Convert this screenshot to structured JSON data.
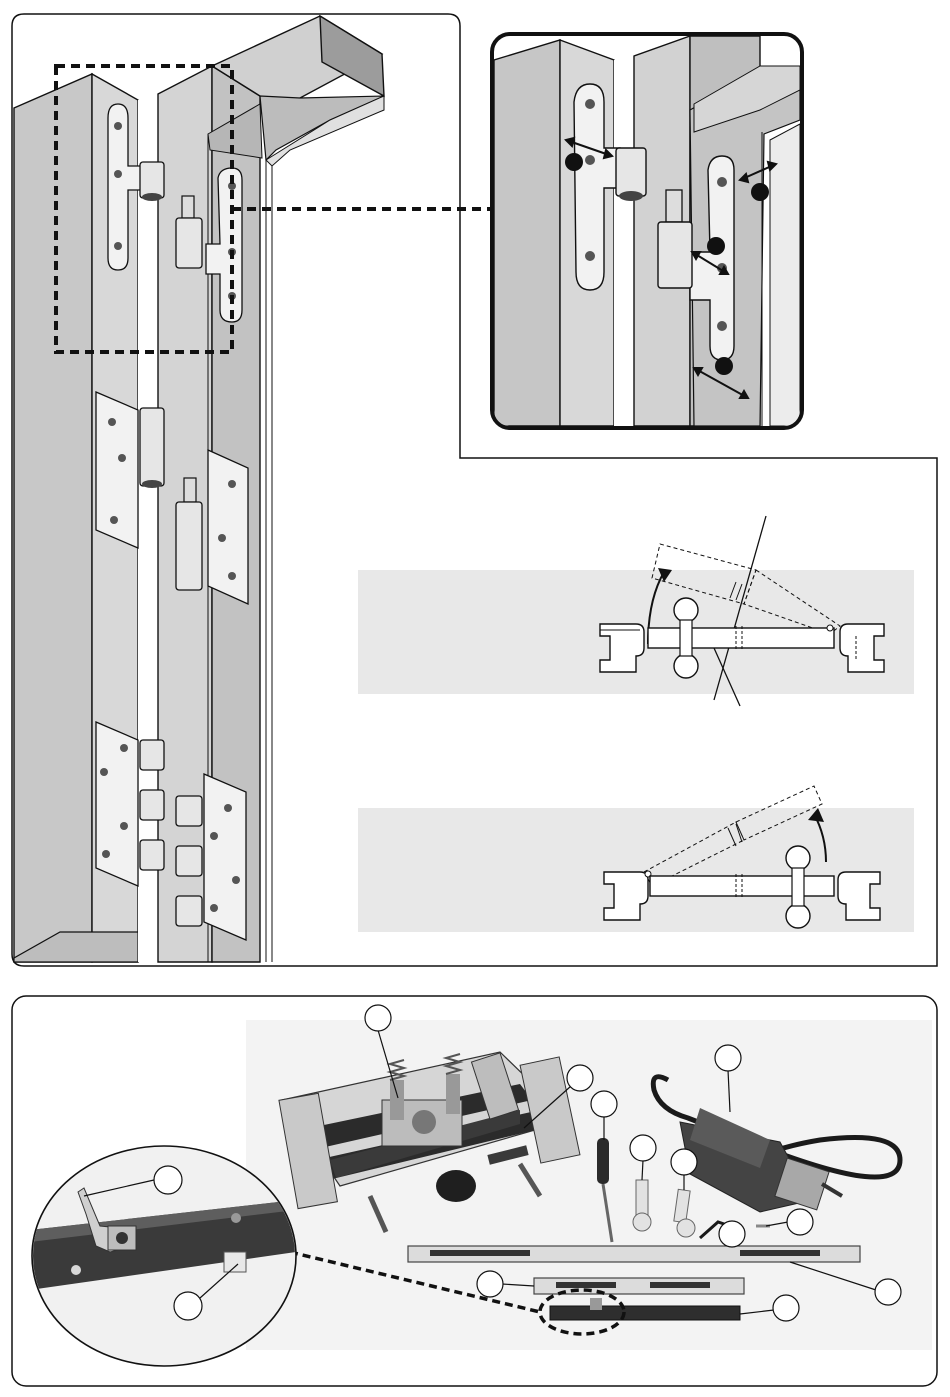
{
  "figure": {
    "top_panel": {
      "door_frame_view": {
        "hinge_sets": [
          "two-part",
          "two-part",
          "three-part"
        ],
        "detail_frame": "dashed"
      },
      "zoom_detail": {
        "measure_markers": 4,
        "arrows": "double"
      },
      "plan_views": [
        {
          "rotation": "opening-left",
          "state": "with dashed open leaf"
        },
        {
          "rotation": "opening-right",
          "state": "with dashed open leaf"
        }
      ]
    },
    "bottom_panel": {
      "kit_photo": {
        "components": [
          "router-jig",
          "spring-clamp",
          "screwdriver",
          "spanner-1",
          "spanner-2",
          "router-motor",
          "hex-key",
          "small-screw",
          "long-rail",
          "short-rail",
          "dark-rail",
          "magnifier-clip",
          "magnifier-stop"
        ]
      }
    },
    "colors": {
      "frame_fill": "#cfcfcf",
      "wall_shadow": "#9a9a9a",
      "hinge_fill": "#f2f2f2",
      "plan_bg": "#e8e8e8",
      "photo_bg": "#f4f4f4",
      "dark_part": "#2b2b2b",
      "line": "#111111"
    }
  }
}
